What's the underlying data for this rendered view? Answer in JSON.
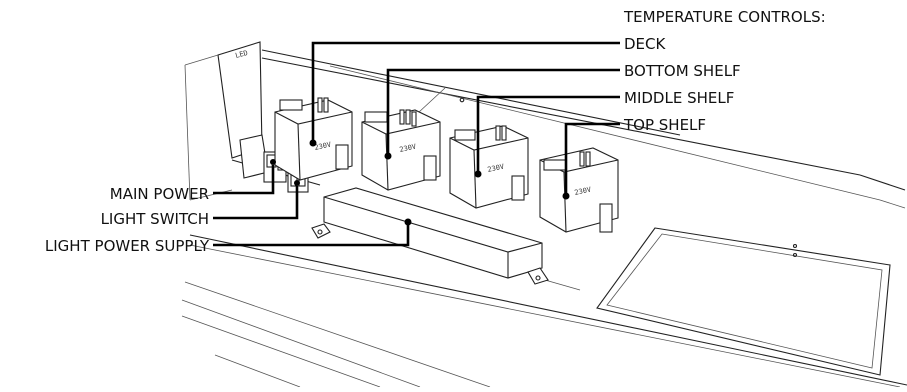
{
  "diagram": {
    "heading": "TEMPERATURE CONTROLS:",
    "temperature_controls": [
      {
        "key": "deck",
        "label": "DECK"
      },
      {
        "key": "bottom",
        "label": "BOTTOM SHELF"
      },
      {
        "key": "middle",
        "label": "MIDDLE SHELF"
      },
      {
        "key": "top",
        "label": "TOP SHELF"
      }
    ],
    "left_callouts": [
      {
        "key": "main_power",
        "label": "MAIN POWER"
      },
      {
        "key": "light_switch",
        "label": "LIGHT SWITCH"
      },
      {
        "key": "light_power_supply",
        "label": "LIGHT POWER SUPPLY"
      }
    ],
    "component_marking": "230V",
    "corner_marking": "LED"
  }
}
